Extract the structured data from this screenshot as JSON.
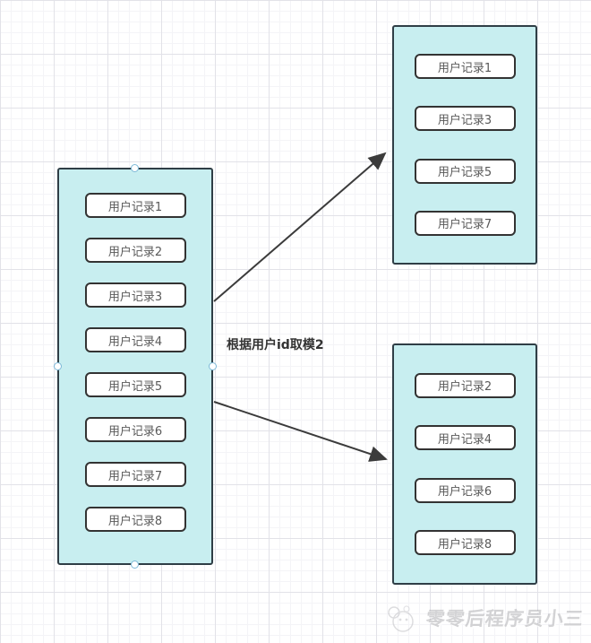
{
  "diagram": {
    "edge_label": "根据用户id取模2",
    "source_table": {
      "records": [
        "用户记录1",
        "用户记录2",
        "用户记录3",
        "用户记录4",
        "用户记录5",
        "用户记录6",
        "用户记录7",
        "用户记录8"
      ]
    },
    "shard_table_1": {
      "records": [
        "用户记录1",
        "用户记录3",
        "用户记录5",
        "用户记录7"
      ]
    },
    "shard_table_2": {
      "records": [
        "用户记录2",
        "用户记录4",
        "用户记录6",
        "用户记录8"
      ]
    }
  },
  "watermark": {
    "text": "零零后程序员小三",
    "logo_icon": "mascot-logo-icon"
  },
  "colors": {
    "container_fill": "#c8eef0",
    "container_border": "#2f3e46",
    "record_fill": "#ffffff",
    "record_border": "#333333",
    "record_text": "#595959",
    "arrow": "#3b3b3b",
    "selection_handle": "#7db9d8",
    "label_text": "#333333"
  }
}
